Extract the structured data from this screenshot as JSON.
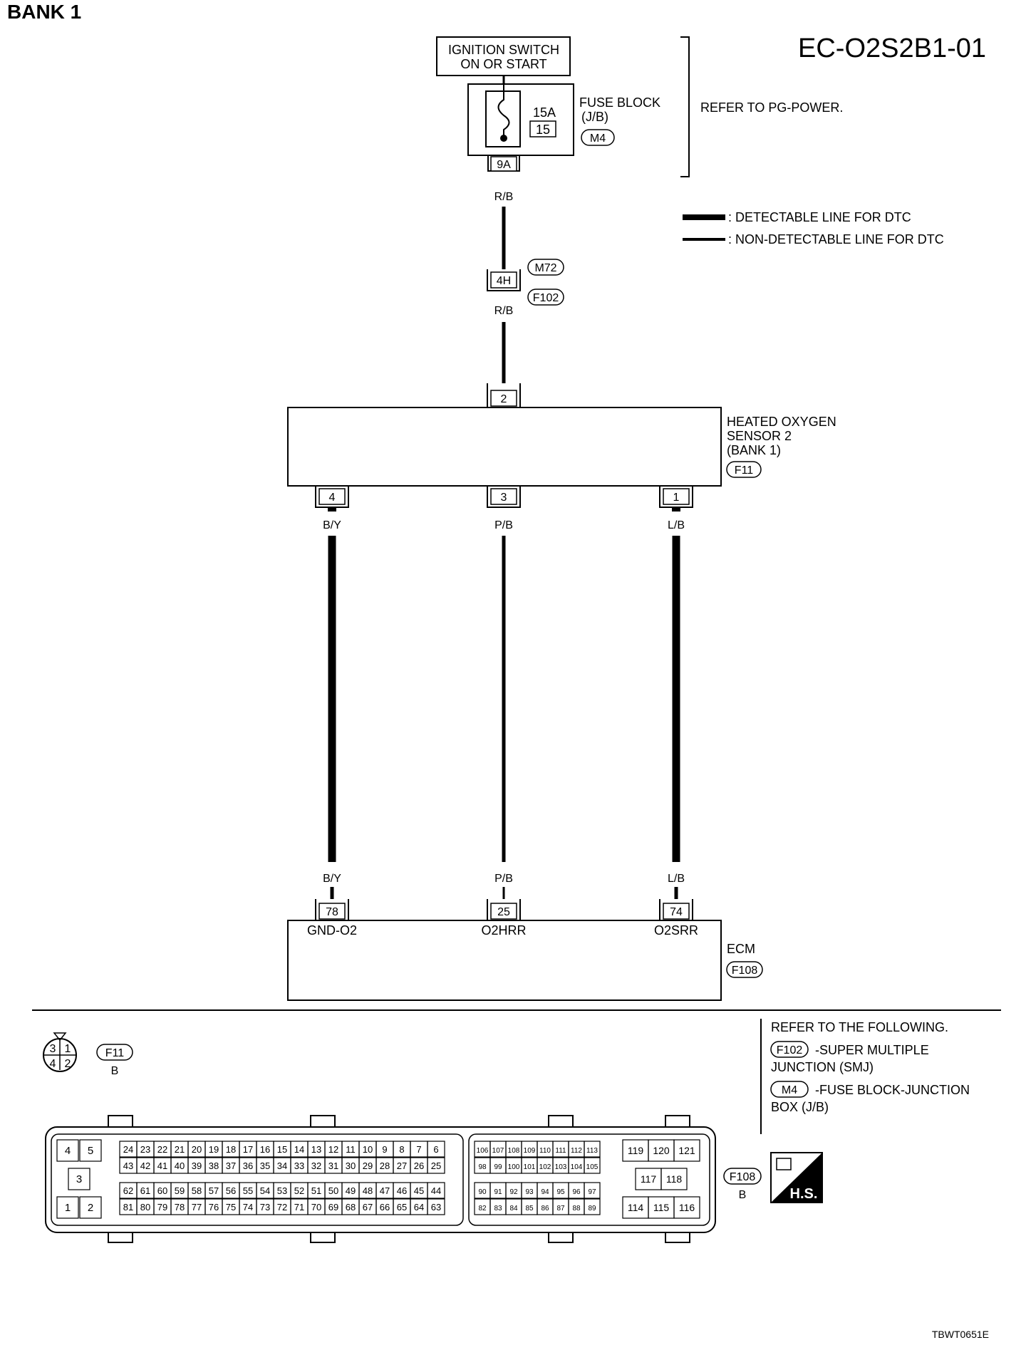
{
  "header": {
    "bank": "BANK 1",
    "code": "EC-O2S2B1-01",
    "footer_code": "TBWT0651E"
  },
  "ignition": {
    "line1": "IGNITION SWITCH",
    "line2": "ON OR START"
  },
  "fuse_block": {
    "label1": "FUSE BLOCK",
    "label2": "(J/B)",
    "connector": "M4",
    "amp": "15A",
    "fuse_no": "15",
    "terminal": "9A",
    "refer": "REFER TO PG-POWER."
  },
  "legend": {
    "detectable": ": DETECTABLE LINE FOR DTC",
    "non_detectable": ": NON-DETECTABLE LINE FOR DTC"
  },
  "junction": {
    "color_top": "R/B",
    "connector_top": "M72",
    "terminal": "4H",
    "connector_bottom": "F102",
    "color_bottom": "R/B"
  },
  "sensor": {
    "line1": "HEATED OXYGEN",
    "line2": "SENSOR 2",
    "line3": "(BANK 1)",
    "connector": "F11",
    "pin_top": "2",
    "pins": [
      "4",
      "3",
      "1"
    ],
    "colors": [
      "B/Y",
      "P/B",
      "L/B"
    ]
  },
  "ecm": {
    "label": "ECM",
    "connector": "F108",
    "colors": [
      "B/Y",
      "P/B",
      "L/B"
    ],
    "pins": [
      "78",
      "25",
      "74"
    ],
    "signals": [
      "GND-O2",
      "O2HRR",
      "O2SRR"
    ]
  },
  "refer_box": {
    "title": "REFER TO THE FOLLOWING.",
    "f102_badge": "F102",
    "f102_text": "-SUPER MULTIPLE",
    "f102_text2": "JUNCTION (SMJ)",
    "m4_badge": "M4",
    "m4_text": "-FUSE BLOCK-JUNCTION",
    "m4_text2": "BOX (J/B)"
  },
  "f11_view": {
    "badge": "F11",
    "color": "B",
    "pins": [
      "3",
      "1",
      "4",
      "2"
    ]
  },
  "f108_view": {
    "badge": "F108",
    "color": "B",
    "hs": "H.S.",
    "left_pins": [
      "4",
      "5",
      "3",
      "1",
      "2"
    ],
    "rowA": [
      "24",
      "23",
      "22",
      "21",
      "20",
      "19",
      "18",
      "17",
      "16",
      "15",
      "14",
      "13",
      "12",
      "11",
      "10",
      "9",
      "8",
      "7",
      "6"
    ],
    "rowB": [
      "43",
      "42",
      "41",
      "40",
      "39",
      "38",
      "37",
      "36",
      "35",
      "34",
      "33",
      "32",
      "31",
      "30",
      "29",
      "28",
      "27",
      "26",
      "25"
    ],
    "rowC": [
      "62",
      "61",
      "60",
      "59",
      "58",
      "57",
      "56",
      "55",
      "54",
      "53",
      "52",
      "51",
      "50",
      "49",
      "48",
      "47",
      "46",
      "45",
      "44"
    ],
    "rowD": [
      "81",
      "80",
      "79",
      "78",
      "77",
      "76",
      "75",
      "74",
      "73",
      "72",
      "71",
      "70",
      "69",
      "68",
      "67",
      "66",
      "65",
      "64",
      "63"
    ],
    "midA": [
      "106",
      "107",
      "108",
      "109",
      "110",
      "111",
      "112",
      "113"
    ],
    "midB": [
      "98",
      "99",
      "100",
      "101",
      "102",
      "103",
      "104",
      "105"
    ],
    "midC": [
      "90",
      "91",
      "92",
      "93",
      "94",
      "95",
      "96",
      "97"
    ],
    "midD": [
      "82",
      "83",
      "84",
      "85",
      "86",
      "87",
      "88",
      "89"
    ],
    "right": [
      "119",
      "120",
      "121",
      "117",
      "118",
      "114",
      "115",
      "116"
    ]
  }
}
